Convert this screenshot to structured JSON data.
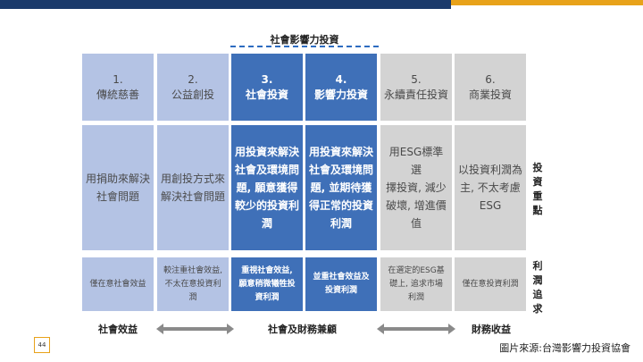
{
  "header": "社會影響力投資",
  "columns": [
    {
      "num": "1.",
      "title": "傳統慈善",
      "focus": [
        "用捐助來解決",
        "社會問題"
      ],
      "profit": [
        "僅在意社會效益"
      ],
      "tone": "light"
    },
    {
      "num": "2.",
      "title": "公益創投",
      "focus": [
        "用創投方式來",
        "解決社會問題"
      ],
      "profit": [
        "較注重社會效益,",
        "不太在意投資利",
        "潤"
      ],
      "tone": "light"
    },
    {
      "num": "3.",
      "title": "社會投資",
      "focus": [
        "用投資來解決",
        "社會及環境問",
        "題, 願意獲得",
        "較少的投資利",
        "潤"
      ],
      "profit": [
        "重視社會效益,",
        "願意稍微犧牲投",
        "資利潤"
      ],
      "tone": "dark"
    },
    {
      "num": "4.",
      "title": "影響力投資",
      "focus": [
        "用投資來解決",
        "社會及環境問",
        "題, 並期待獲",
        "得正常的投資",
        "利潤"
      ],
      "profit": [
        "並重社會效益及",
        "投資利潤"
      ],
      "tone": "dark"
    },
    {
      "num": "5.",
      "title": "永續責任投資",
      "focus": [
        "用ESG標準選",
        "擇投資, 減少",
        "破壞, 增進價",
        "值"
      ],
      "profit": [
        "在選定的ESG基",
        "礎上, 追求市場",
        "利潤"
      ],
      "tone": "gray"
    },
    {
      "num": "6.",
      "title": "商業投資",
      "focus": [
        "以投資利潤為",
        "主, 不太考慮",
        "ESG"
      ],
      "profit": [
        "僅在意投資利潤"
      ],
      "tone": "gray"
    }
  ],
  "side_labels": {
    "focus": "投資重點",
    "profit": "利潤追求"
  },
  "footer": {
    "left": "社會效益",
    "center": "社會及財務兼顧",
    "right": "財務收益"
  },
  "page_number": "44",
  "source": "圖片來源:台灣影響力投資協會",
  "colors": {
    "light": "#b4c3e4",
    "dark": "#3f70b8",
    "gray": "#d3d3d3",
    "accent_orange": "#e8a21a",
    "navy": "#1b3a6b"
  }
}
